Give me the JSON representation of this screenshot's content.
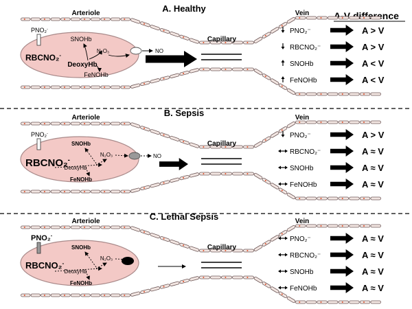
{
  "panels": [
    {
      "id": "healthy",
      "title": "A.  Healthy",
      "arteriole": "Arteriole",
      "vein": "Vein",
      "capillary": "Capillary",
      "pno2": "PNO₂",
      "pno2_sup": "-",
      "rbc": "RBCNO₂",
      "rbc_sup": "-",
      "snohb": "SNOHb",
      "deoxyhb": "DeoxyHb",
      "fenohb": "FeNOHb",
      "n2o3": "N₂O₃",
      "no": "NO",
      "rows": [
        {
          "dir": "down",
          "label": "PNO₂⁻",
          "result": "A > V"
        },
        {
          "dir": "down",
          "label": "RBCNO₂⁻",
          "result": "A > V"
        },
        {
          "dir": "up",
          "label": "SNOHb",
          "result": "A < V"
        },
        {
          "dir": "up",
          "label": "FeNOHb",
          "result": "A < V"
        }
      ]
    },
    {
      "id": "sepsis",
      "title": "B.  Sepsis",
      "arteriole": "Arteriole",
      "vein": "Vein",
      "capillary": "Capillary",
      "pno2": "PNO₂",
      "pno2_sup": "-",
      "rbc": "RBCNO₂",
      "rbc_sup": "-",
      "snohb": "SNOHb",
      "deoxyhb": "DeoxyHb",
      "fenohb": "FeNOHb",
      "n2o3": "N₂O₃",
      "no": "NO",
      "rows": [
        {
          "dir": "down",
          "label": "PNO₂⁻",
          "result": "A > V"
        },
        {
          "dir": "both",
          "label": "RBCNO₂⁻",
          "result": "A ≈ V"
        },
        {
          "dir": "both",
          "label": "SNOHb",
          "result": "A ≈ V"
        },
        {
          "dir": "both",
          "label": "FeNOHb",
          "result": "A ≈ V"
        }
      ]
    },
    {
      "id": "lethal",
      "title": "C.  Lethal Sepsis",
      "arteriole": "Arteriole",
      "vein": "Vein",
      "capillary": "Capillary",
      "pno2": "PNO₂",
      "pno2_sup": "-",
      "rbc": "RBCNO₂",
      "rbc_sup": "-",
      "snohb": "SNOHb",
      "deoxyhb": "DeoxyHb",
      "fenohb": "FeNOHb",
      "n2o3": "N₂O₃",
      "rows": [
        {
          "dir": "both",
          "label": "PNO₂⁻",
          "result": "A ≈ V"
        },
        {
          "dir": "both",
          "label": "RBCNO₂⁻",
          "result": "A ≈ V"
        },
        {
          "dir": "both",
          "label": "SNOHb",
          "result": "A ≈ V"
        },
        {
          "dir": "both",
          "label": "FeNOHb",
          "result": "A ≈ V"
        }
      ]
    }
  ],
  "header": "A-V difference",
  "colors": {
    "rbc_fill": "#f3c9c6",
    "rbc_stroke": "#a98a8a",
    "wall_fill": "#f2e6e2",
    "wall_stroke": "#6d5757",
    "wall_dot": "#e0532e",
    "separator": "#000000"
  }
}
